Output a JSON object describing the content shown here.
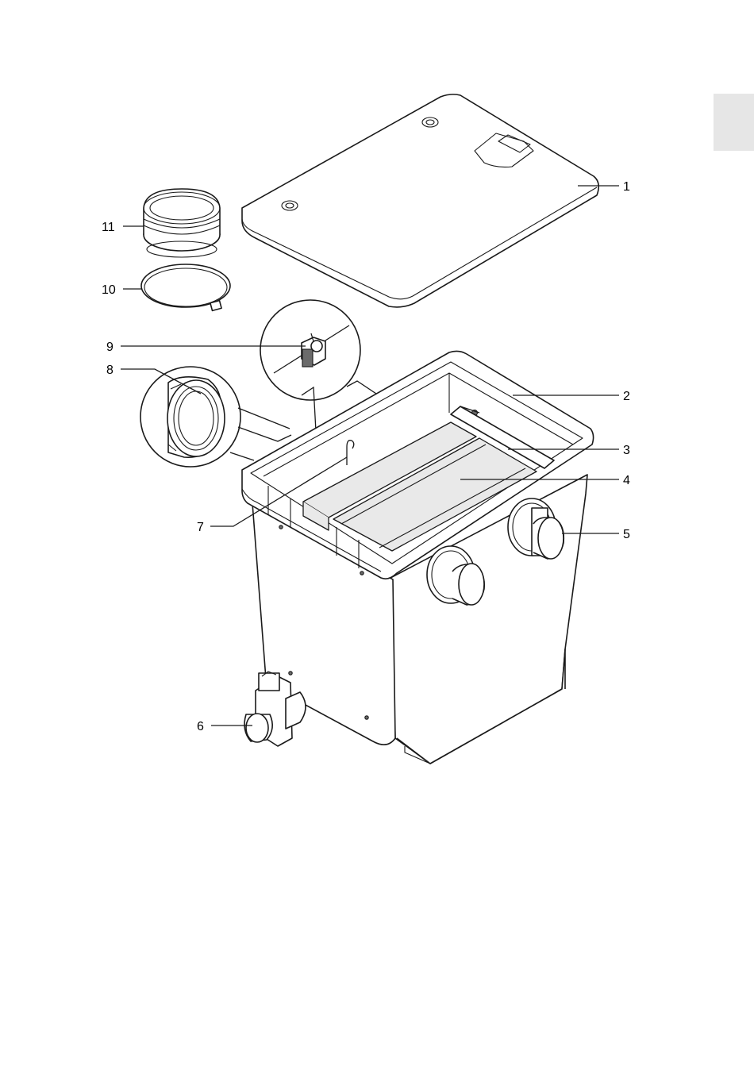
{
  "page": {
    "background": "#ffffff"
  },
  "tab_marker": {
    "color": "#e6e6e6"
  },
  "callouts": [
    {
      "id": "1",
      "text": "1"
    },
    {
      "id": "2",
      "text": "2"
    },
    {
      "id": "3",
      "text": "3"
    },
    {
      "id": "4",
      "text": "4"
    },
    {
      "id": "5",
      "text": "5"
    },
    {
      "id": "6",
      "text": "6"
    },
    {
      "id": "7",
      "text": "7"
    },
    {
      "id": "8",
      "text": "8"
    },
    {
      "id": "9",
      "text": "9"
    },
    {
      "id": "10",
      "text": "10"
    },
    {
      "id": "11",
      "text": "11"
    }
  ]
}
